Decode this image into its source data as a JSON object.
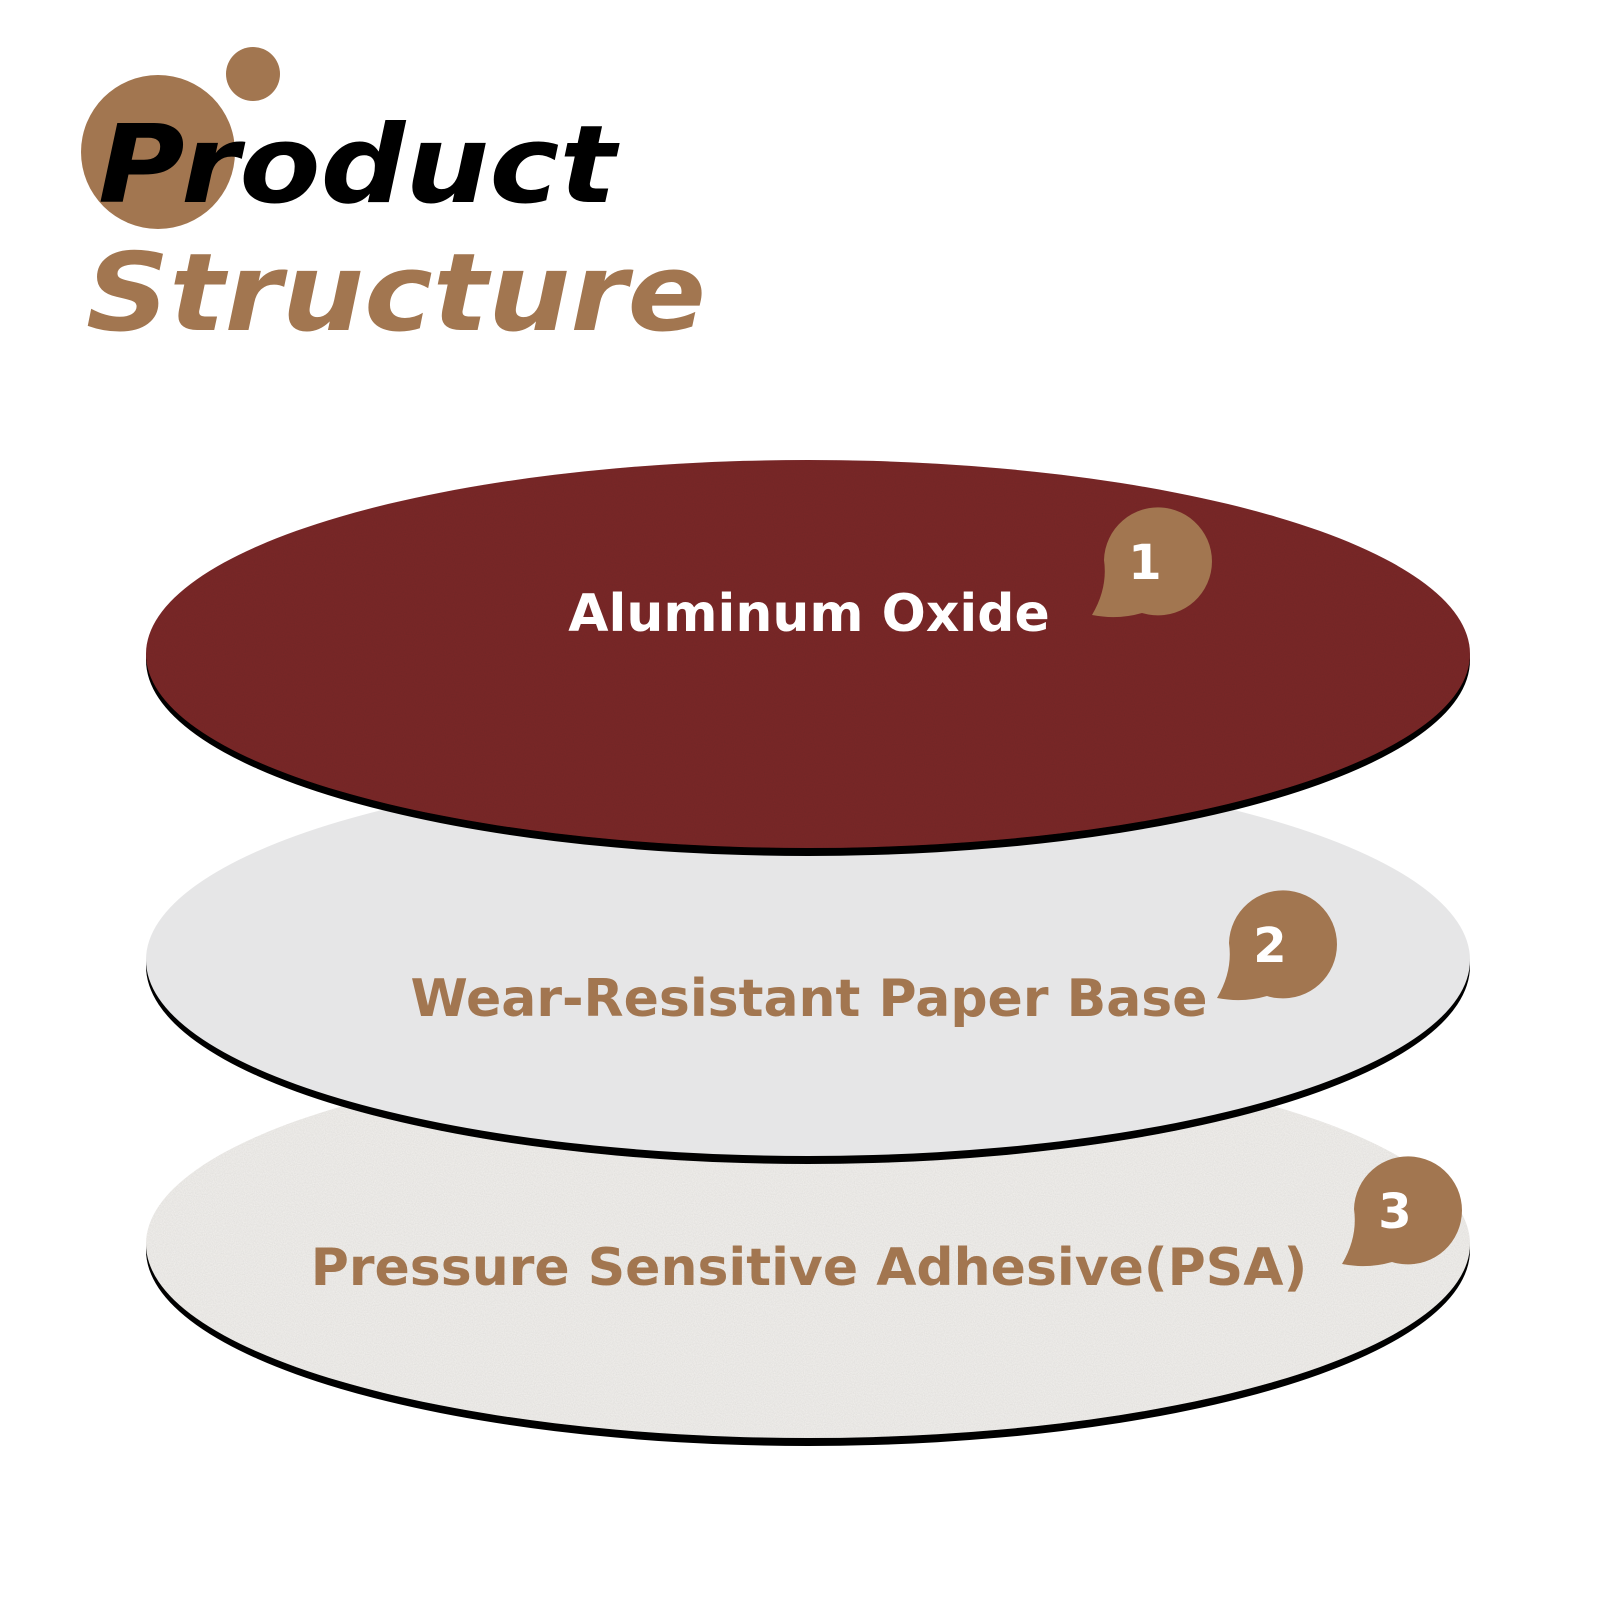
{
  "title": {
    "line1": "Product",
    "line2": "Structure"
  },
  "colors": {
    "accent": "#a27650",
    "title_dark": "#000000",
    "layer1_fill": "#7b2a2c",
    "layer2_fill": "#e6e6e7",
    "layer3_fill": "#f3f1ee",
    "outline": "#000000",
    "white": "#ffffff"
  },
  "layers": [
    {
      "number": "1",
      "label": "Aluminum Oxide"
    },
    {
      "number": "2",
      "label": "Wear-Resistant Paper Base"
    },
    {
      "number": "3",
      "label": "Pressure Sensitive Adhesive(PSA)"
    }
  ]
}
